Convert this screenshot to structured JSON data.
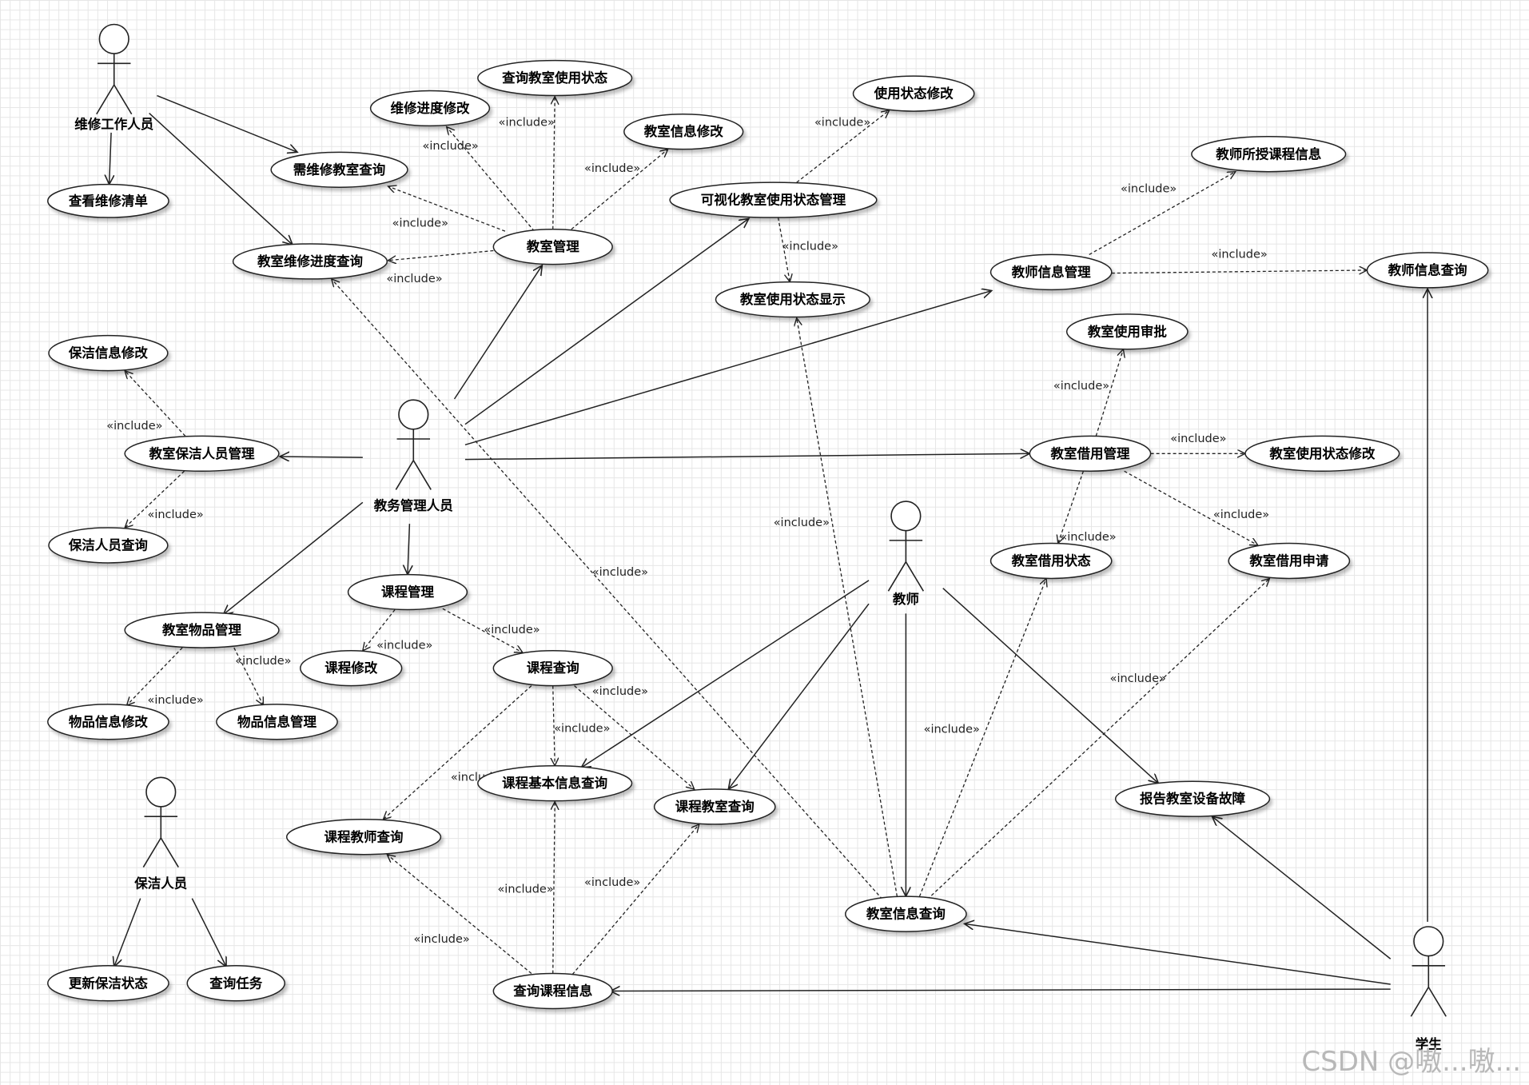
{
  "include_label": "«include»",
  "watermark": "CSDN @嗷...嗷...",
  "actors": [
    {
      "id": "maint",
      "name": "维修工作人员"
    },
    {
      "id": "admin",
      "name": "教务管理人员"
    },
    {
      "id": "cleaner",
      "name": "保洁人员"
    },
    {
      "id": "teacher",
      "name": "教师"
    },
    {
      "id": "student",
      "name": "学生"
    }
  ],
  "use_cases": [
    {
      "id": "view_repair_list",
      "label": "查看维修清单"
    },
    {
      "id": "repair_room_query",
      "label": "需维修教室查询"
    },
    {
      "id": "repair_progress_query",
      "label": "教室维修进度查询"
    },
    {
      "id": "repair_progress_edit",
      "label": "维修进度修改"
    },
    {
      "id": "room_status_query",
      "label": "查询教室使用状态"
    },
    {
      "id": "room_info_edit",
      "label": "教室信息修改"
    },
    {
      "id": "room_mgmt",
      "label": "教室管理"
    },
    {
      "id": "status_edit",
      "label": "使用状态修改"
    },
    {
      "id": "visual_mgmt",
      "label": "可视化教室使用状态管理"
    },
    {
      "id": "status_display",
      "label": "教室使用状态显示"
    },
    {
      "id": "teacher_courses",
      "label": "教师所授课程信息"
    },
    {
      "id": "teacher_mgmt",
      "label": "教师信息管理"
    },
    {
      "id": "teacher_query",
      "label": "教师信息查询"
    },
    {
      "id": "clean_edit",
      "label": "保洁信息修改"
    },
    {
      "id": "cleaner_mgmt",
      "label": "教室保洁人员管理"
    },
    {
      "id": "cleaner_query",
      "label": "保洁人员查询"
    },
    {
      "id": "approve",
      "label": "教室使用审批"
    },
    {
      "id": "borrow_mgmt",
      "label": "教室借用管理"
    },
    {
      "id": "borrow_status_edit",
      "label": "教室使用状态修改"
    },
    {
      "id": "borrow_status",
      "label": "教室借用状态"
    },
    {
      "id": "borrow_apply",
      "label": "教室借用申请"
    },
    {
      "id": "item_mgmt",
      "label": "教室物品管理"
    },
    {
      "id": "course_mgmt",
      "label": "课程管理"
    },
    {
      "id": "course_edit",
      "label": "课程修改"
    },
    {
      "id": "course_query",
      "label": "课程查询"
    },
    {
      "id": "item_edit",
      "label": "物品信息修改"
    },
    {
      "id": "item_info_mgmt",
      "label": "物品信息管理"
    },
    {
      "id": "course_basic",
      "label": "课程基本信息查询"
    },
    {
      "id": "course_room",
      "label": "课程教室查询"
    },
    {
      "id": "course_teacher",
      "label": "课程教师查询"
    },
    {
      "id": "report_fault",
      "label": "报告教室设备故障"
    },
    {
      "id": "room_info_query",
      "label": "教室信息查询"
    },
    {
      "id": "update_clean",
      "label": "更新保洁状态"
    },
    {
      "id": "query_task",
      "label": "查询任务"
    },
    {
      "id": "query_course_info",
      "label": "查询课程信息"
    }
  ],
  "associations": [
    [
      "maint",
      "view_repair_list"
    ],
    [
      "maint",
      "repair_room_query"
    ],
    [
      "maint",
      "repair_progress_query"
    ],
    [
      "admin",
      "room_mgmt"
    ],
    [
      "admin",
      "visual_mgmt"
    ],
    [
      "admin",
      "teacher_mgmt"
    ],
    [
      "admin",
      "borrow_mgmt"
    ],
    [
      "admin",
      "cleaner_mgmt"
    ],
    [
      "admin",
      "item_mgmt"
    ],
    [
      "admin",
      "course_mgmt"
    ],
    [
      "cleaner",
      "update_clean"
    ],
    [
      "cleaner",
      "query_task"
    ],
    [
      "teacher",
      "course_basic"
    ],
    [
      "teacher",
      "course_room"
    ],
    [
      "teacher",
      "room_info_query"
    ],
    [
      "teacher",
      "report_fault"
    ],
    [
      "student",
      "teacher_query"
    ],
    [
      "student",
      "report_fault"
    ],
    [
      "student",
      "room_info_query"
    ],
    [
      "student",
      "query_course_info"
    ]
  ],
  "includes": [
    [
      "room_mgmt",
      "repair_progress_edit"
    ],
    [
      "room_mgmt",
      "room_status_query"
    ],
    [
      "room_mgmt",
      "room_info_edit"
    ],
    [
      "room_mgmt",
      "repair_room_query"
    ],
    [
      "room_mgmt",
      "repair_progress_query"
    ],
    [
      "visual_mgmt",
      "status_edit"
    ],
    [
      "visual_mgmt",
      "status_display"
    ],
    [
      "teacher_mgmt",
      "teacher_courses"
    ],
    [
      "teacher_mgmt",
      "teacher_query"
    ],
    [
      "cleaner_mgmt",
      "clean_edit"
    ],
    [
      "cleaner_mgmt",
      "cleaner_query"
    ],
    [
      "borrow_mgmt",
      "approve"
    ],
    [
      "borrow_mgmt",
      "borrow_status_edit"
    ],
    [
      "borrow_mgmt",
      "borrow_status"
    ],
    [
      "borrow_mgmt",
      "borrow_apply"
    ],
    [
      "item_mgmt",
      "item_edit"
    ],
    [
      "item_mgmt",
      "item_info_mgmt"
    ],
    [
      "course_mgmt",
      "course_edit"
    ],
    [
      "course_mgmt",
      "course_query"
    ],
    [
      "course_query",
      "course_basic"
    ],
    [
      "course_query",
      "course_room"
    ],
    [
      "course_query",
      "course_teacher"
    ],
    [
      "query_course_info",
      "course_basic"
    ],
    [
      "query_course_info",
      "course_room"
    ],
    [
      "query_course_info",
      "course_teacher"
    ],
    [
      "room_info_query",
      "status_display"
    ],
    [
      "room_info_query",
      "repair_progress_query"
    ],
    [
      "room_info_query",
      "borrow_status"
    ],
    [
      "room_info_query",
      "borrow_apply"
    ]
  ]
}
